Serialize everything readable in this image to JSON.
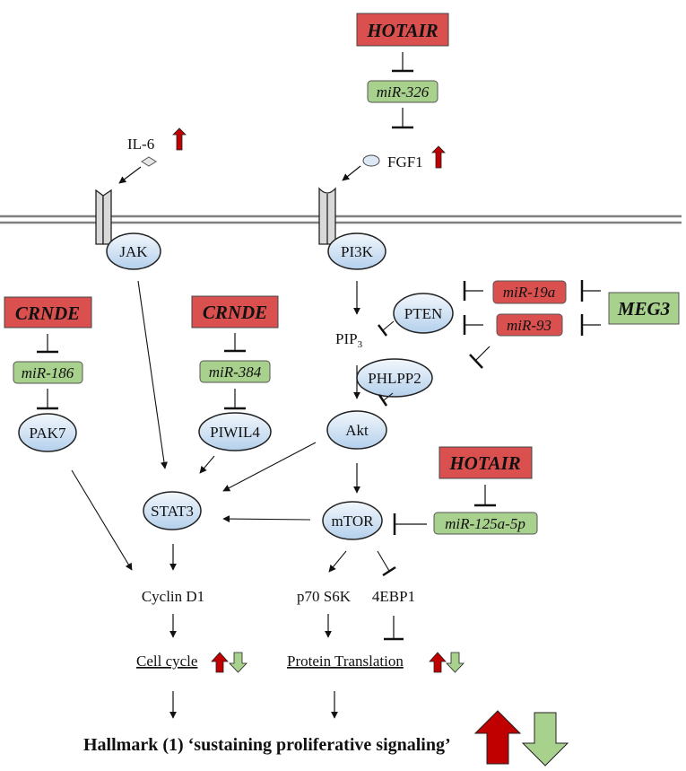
{
  "colors": {
    "lncrna_red": "#d9504f",
    "mirna_green": "#a9d18e",
    "mirna_red": "#d9504f",
    "protein_fill_top": "#eef4fb",
    "protein_fill_bottom": "#b8d3ee",
    "up_arrow": "#c00000",
    "down_arrow": "#a9d18e",
    "membrane": "#7f7f7f",
    "receptor": "#d9d9d9"
  },
  "ligands": {
    "il6": {
      "label": "IL-6",
      "shape": "diamond",
      "trend": "up"
    },
    "fgf1": {
      "label": "FGF1",
      "shape": "ellipse",
      "trend": "up"
    }
  },
  "lncrnas": {
    "hotair_top": "HOTAIR",
    "crnde_left": "CRNDE",
    "crnde_mid": "CRNDE",
    "meg3": "MEG3",
    "hotair_right": "HOTAIR"
  },
  "mirnas": {
    "mir326": "miR-326",
    "mir186": "miR-186",
    "mir384": "miR-384",
    "mir19a": "miR-19a",
    "mir93": "miR-93",
    "mir125a": "miR-125a-5p"
  },
  "proteins": {
    "jak": "JAK",
    "pi3k": "PI3K",
    "pten": "PTEN",
    "phlpp2": "PHLPP2",
    "akt": "Akt",
    "pak7": "PAK7",
    "piwil4": "PIWIL4",
    "stat3": "STAT3",
    "mtor": "mTOR"
  },
  "molecules": {
    "pip3_main": "PIP",
    "pip3_sub": "3",
    "cyclin_d1": "Cyclin D1",
    "p70s6k": "p70 S6K",
    "4ebp1": "4EBP1"
  },
  "processes": {
    "cell_cycle": {
      "label": "Cell cycle",
      "trends": [
        "up",
        "down"
      ]
    },
    "protein_translation": {
      "label": "Protein Translation",
      "trends": [
        "up",
        "down"
      ]
    }
  },
  "hallmark": {
    "label": "Hallmark (1) ‘sustaining proliferative signaling’",
    "trends": [
      "up",
      "down"
    ]
  },
  "interactions": [
    {
      "from": "HOTAIR",
      "to": "miR-326",
      "type": "inhibit"
    },
    {
      "from": "miR-326",
      "to": "FGF1",
      "type": "inhibit"
    },
    {
      "from": "IL-6",
      "to": "IL-6 receptor",
      "type": "activate"
    },
    {
      "from": "FGF1",
      "to": "FGF receptor",
      "type": "activate"
    },
    {
      "from": "JAK",
      "to": "STAT3",
      "type": "activate"
    },
    {
      "from": "PI3K",
      "to": "PIP3",
      "type": "activate"
    },
    {
      "from": "PTEN",
      "to": "PIP3",
      "type": "inhibit"
    },
    {
      "from": "miR-19a",
      "to": "PTEN",
      "type": "inhibit"
    },
    {
      "from": "miR-93",
      "to": "PTEN",
      "type": "inhibit"
    },
    {
      "from": "miR-93",
      "to": "PHLPP2",
      "type": "inhibit"
    },
    {
      "from": "MEG3",
      "to": "miR-19a",
      "type": "inhibit"
    },
    {
      "from": "MEG3",
      "to": "miR-93",
      "type": "inhibit"
    },
    {
      "from": "PIP3",
      "to": "Akt",
      "type": "activate"
    },
    {
      "from": "PHLPP2",
      "to": "Akt",
      "type": "inhibit"
    },
    {
      "from": "CRNDE",
      "to": "miR-186",
      "type": "inhibit"
    },
    {
      "from": "miR-186",
      "to": "PAK7",
      "type": "inhibit"
    },
    {
      "from": "CRNDE",
      "to": "miR-384",
      "type": "inhibit"
    },
    {
      "from": "miR-384",
      "to": "PIWIL4",
      "type": "inhibit"
    },
    {
      "from": "PIWIL4",
      "to": "STAT3",
      "type": "activate"
    },
    {
      "from": "Akt",
      "to": "STAT3",
      "type": "activate"
    },
    {
      "from": "Akt",
      "to": "mTOR",
      "type": "activate"
    },
    {
      "from": "HOTAIR",
      "to": "miR-125a-5p",
      "type": "inhibit"
    },
    {
      "from": "miR-125a-5p",
      "to": "mTOR",
      "type": "inhibit"
    },
    {
      "from": "mTOR",
      "to": "STAT3",
      "type": "activate"
    },
    {
      "from": "PAK7",
      "to": "Cyclin D1",
      "type": "activate"
    },
    {
      "from": "STAT3",
      "to": "Cyclin D1",
      "type": "activate"
    },
    {
      "from": "mTOR",
      "to": "p70 S6K",
      "type": "activate"
    },
    {
      "from": "mTOR",
      "to": "4EBP1",
      "type": "inhibit"
    },
    {
      "from": "Cyclin D1",
      "to": "Cell cycle",
      "type": "activate"
    },
    {
      "from": "p70 S6K",
      "to": "Protein Translation",
      "type": "activate"
    },
    {
      "from": "4EBP1",
      "to": "Protein Translation",
      "type": "inhibit"
    },
    {
      "from": "Cell cycle",
      "to": "Hallmark (1)",
      "type": "activate"
    },
    {
      "from": "Protein Translation",
      "to": "Hallmark (1)",
      "type": "activate"
    }
  ]
}
